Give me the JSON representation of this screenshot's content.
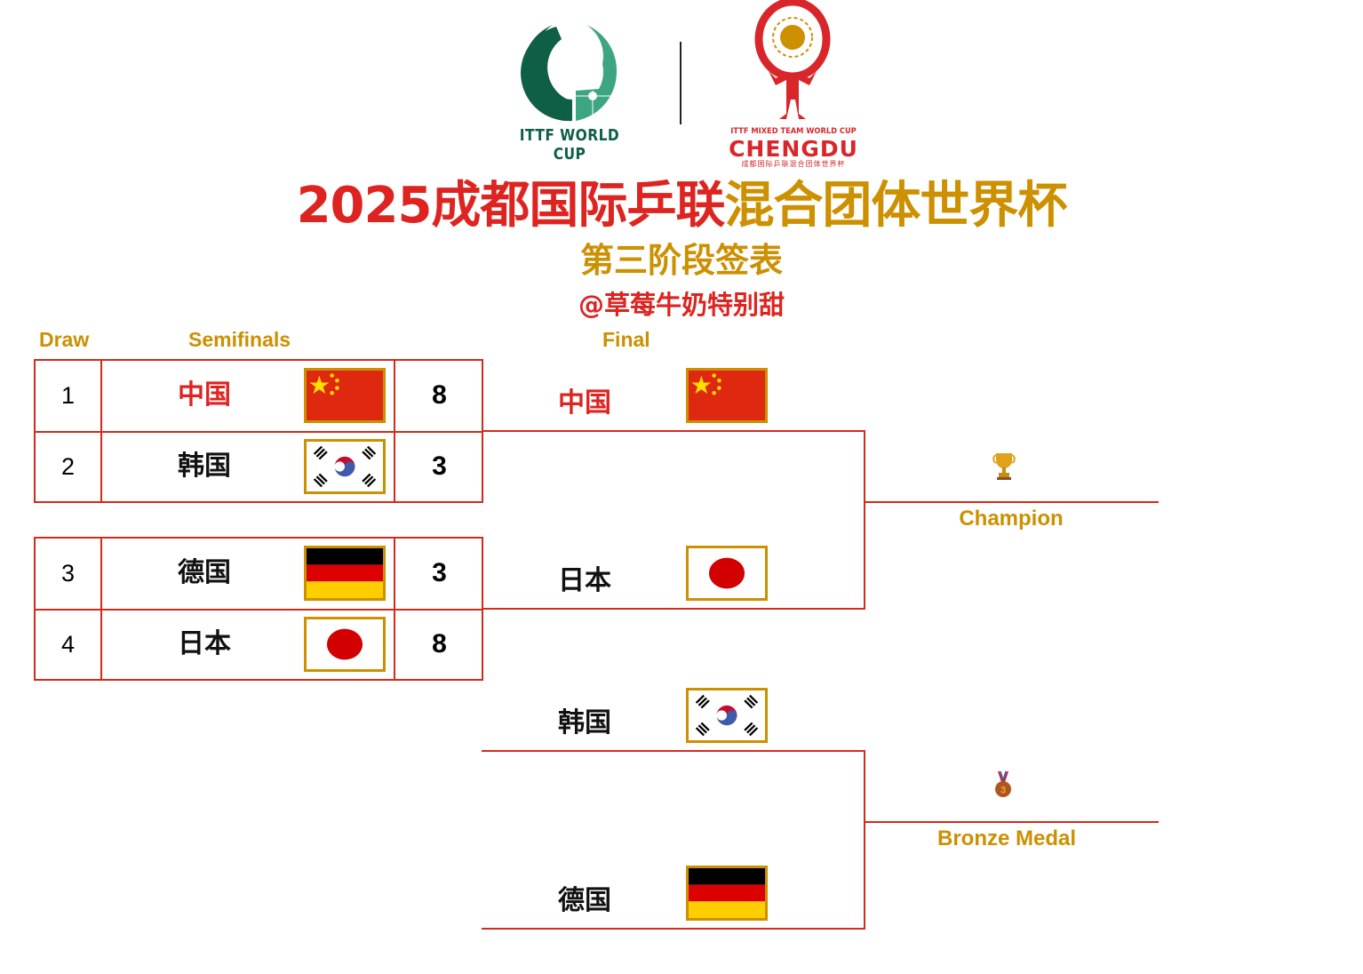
{
  "header": {
    "logo_left_caption": "ITTF WORLD CUP",
    "logo_right_caption_top": "ITTF MIXED TEAM WORLD CUP",
    "logo_right_caption_main": "CHENGDU",
    "logo_right_caption_cn": "成都国际乒联混合团体世界杯",
    "title_red": "2025成都国际乒联",
    "title_gold": "混合团体世界杯",
    "subtitle": "第三阶段签表",
    "credit": "@草莓牛奶特别甜"
  },
  "columns": {
    "draw": "Draw",
    "semifinals": "Semifinals",
    "final": "Final"
  },
  "colors": {
    "accent_red": "#dd2420",
    "accent_gold": "#cc9000",
    "bracket_line": "#d42a1a",
    "ittf_green": "#0f5e48"
  },
  "semifinals": [
    {
      "rows": [
        {
          "draw": "1",
          "team": "中国",
          "flag": "china-flag",
          "score": "8",
          "winner": true
        },
        {
          "draw": "2",
          "team": "韩国",
          "flag": "korea-flag",
          "score": "3",
          "winner": false
        }
      ]
    },
    {
      "rows": [
        {
          "draw": "3",
          "team": "德国",
          "flag": "germany-flag",
          "score": "3",
          "winner": false
        },
        {
          "draw": "4",
          "team": "日本",
          "flag": "japan-flag",
          "score": "8",
          "winner": true
        }
      ]
    }
  ],
  "final": {
    "team_a": {
      "team": "中国",
      "flag": "china-flag"
    },
    "team_b": {
      "team": "日本",
      "flag": "japan-flag"
    },
    "result_label": "Champion",
    "result_icon": "trophy-icon"
  },
  "bronze": {
    "team_a": {
      "team": "韩国",
      "flag": "korea-flag"
    },
    "team_b": {
      "team": "德国",
      "flag": "germany-flag"
    },
    "result_label": "Bronze Medal",
    "result_icon": "bronze-medal-icon"
  }
}
